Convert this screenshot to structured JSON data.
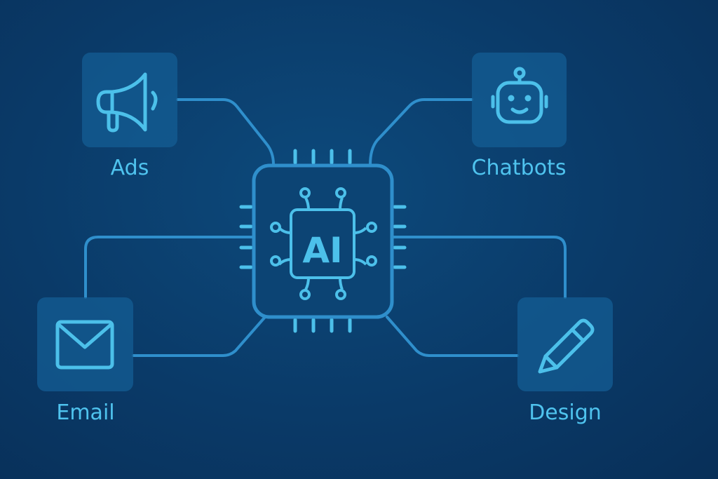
{
  "center": {
    "label": "AI"
  },
  "nodes": [
    {
      "label": "Ads",
      "icon": "megaphone-icon"
    },
    {
      "label": "Chatbots",
      "icon": "robot-icon"
    },
    {
      "label": "Email",
      "icon": "envelope-icon"
    },
    {
      "label": "Design",
      "icon": "pencil-icon"
    }
  ],
  "colors": {
    "line": "#2f8fcc",
    "icon": "#4cc0ea",
    "box": "#135c92"
  }
}
